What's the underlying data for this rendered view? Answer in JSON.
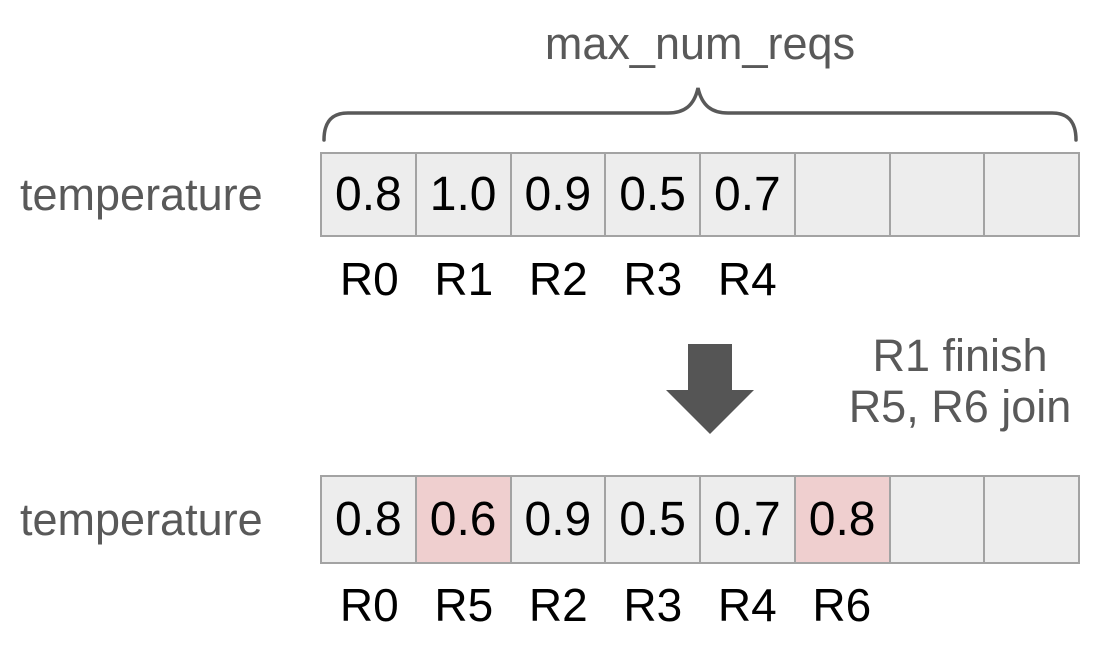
{
  "diagram": {
    "brace_label": "max_num_reqs",
    "row_label": "temperature",
    "transition_note": {
      "line1": "R1 finish",
      "line2": "R5, R6 join"
    },
    "before": {
      "cells": [
        {
          "value": "0.8",
          "label": "R0",
          "highlight": false
        },
        {
          "value": "1.0",
          "label": "R1",
          "highlight": false
        },
        {
          "value": "0.9",
          "label": "R2",
          "highlight": false
        },
        {
          "value": "0.5",
          "label": "R3",
          "highlight": false
        },
        {
          "value": "0.7",
          "label": "R4",
          "highlight": false
        },
        {
          "value": "",
          "label": "",
          "highlight": false
        },
        {
          "value": "",
          "label": "",
          "highlight": false
        },
        {
          "value": "",
          "label": "",
          "highlight": false
        }
      ]
    },
    "after": {
      "cells": [
        {
          "value": "0.8",
          "label": "R0",
          "highlight": false
        },
        {
          "value": "0.6",
          "label": "R5",
          "highlight": true
        },
        {
          "value": "0.9",
          "label": "R2",
          "highlight": false
        },
        {
          "value": "0.5",
          "label": "R3",
          "highlight": false
        },
        {
          "value": "0.7",
          "label": "R4",
          "highlight": false
        },
        {
          "value": "0.8",
          "label": "R6",
          "highlight": true
        },
        {
          "value": "",
          "label": "",
          "highlight": false
        },
        {
          "value": "",
          "label": "",
          "highlight": false
        }
      ]
    },
    "colors": {
      "cell_fill": "#ededed",
      "highlight_fill": "#efcfcf",
      "cell_border": "#a3a3a3",
      "muted_text": "#595959",
      "arrow": "#555555",
      "value_text": "#000000"
    }
  }
}
